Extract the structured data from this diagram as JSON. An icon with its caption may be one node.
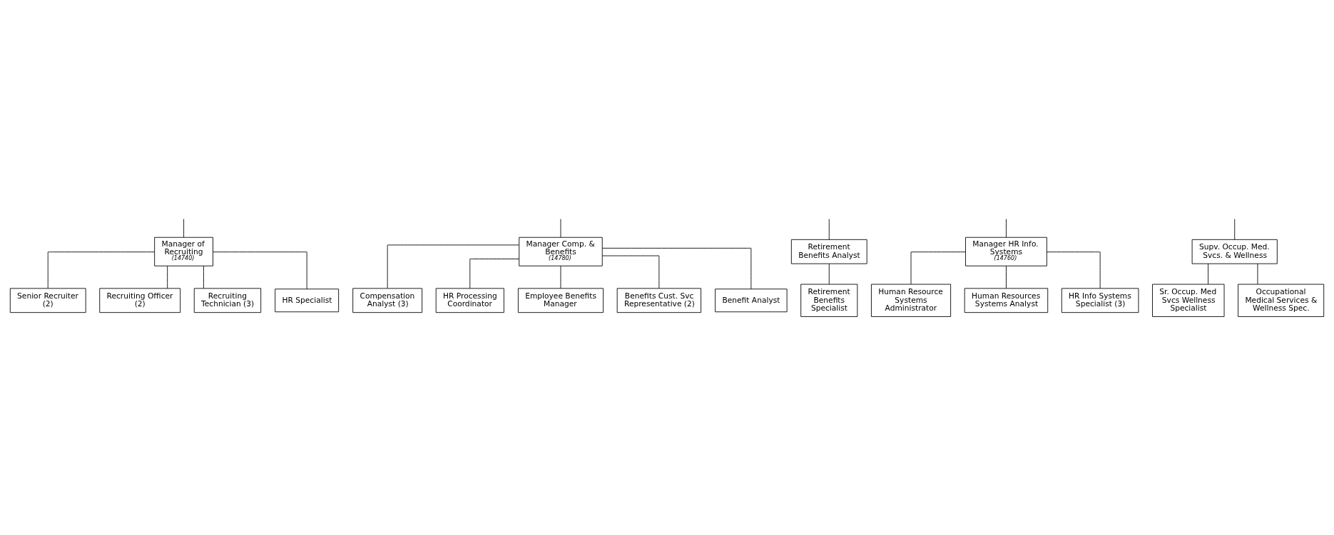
{
  "diagram": {
    "nodes": [
      {
        "text": [
          "Manager of Recruiting",
          "(14740)"
        ]
      },
      {
        "text": [
          "Senior Recruiter (2)"
        ]
      },
      {
        "text": [
          "Recruiting Officer (2)"
        ]
      },
      {
        "text": [
          "Recruiting Technician (3)"
        ]
      },
      {
        "text": [
          "HR Specialist"
        ]
      },
      {
        "text": [
          "Manager Comp. & Benefits",
          "(14780)"
        ]
      },
      {
        "text": [
          "Compensation Analyst (3)"
        ]
      },
      {
        "text": [
          "HR Processing Coordinator"
        ]
      },
      {
        "text": [
          "Employee Benefits Manager"
        ]
      },
      {
        "text": [
          "Benefits Cust. Svc Representative (2)"
        ]
      },
      {
        "text": [
          "Benefit Analyst"
        ]
      },
      {
        "text": [
          "Retirement Benefits Analyst"
        ]
      },
      {
        "text": [
          "Retirement Benefits Specialist"
        ]
      },
      {
        "text": [
          "Manager HR Info. Systems",
          "(14760)"
        ]
      },
      {
        "text": [
          "Human Resource Systems Administrator"
        ]
      },
      {
        "text": [
          "Human Resources Systems Analyst"
        ]
      },
      {
        "text": [
          "HR Info Systems Specialist (3)"
        ]
      },
      {
        "text": [
          "Supv. Occup. Med. Svcs. & Wellness"
        ]
      },
      {
        "text": [
          "Sr. Occup. Med Svcs Wellness Specialist"
        ]
      },
      {
        "text": [
          "Occupational Medical Services & Wellness Spec."
        ]
      }
    ],
    "edges": [
      {
        "from": null,
        "to": 0,
        "arrow": "none"
      },
      {
        "from": null,
        "to": 5,
        "arrow": "none"
      },
      {
        "from": null,
        "to": 11,
        "arrow": "none"
      },
      {
        "from": null,
        "to": 13,
        "arrow": "none"
      },
      {
        "from": null,
        "to": 17,
        "arrow": "none"
      },
      {
        "from": 0,
        "to": 1,
        "arrow": "none"
      },
      {
        "from": 0,
        "to": 2,
        "arrow": "none"
      },
      {
        "from": 0,
        "to": 3,
        "arrow": "none"
      },
      {
        "from": 0,
        "to": 4,
        "arrow": "none"
      },
      {
        "from": 5,
        "to": 6,
        "arrow": "none"
      },
      {
        "from": 5,
        "to": 7,
        "arrow": "none"
      },
      {
        "from": 5,
        "to": 8,
        "arrow": "none"
      },
      {
        "from": 5,
        "to": 9,
        "arrow": "none"
      },
      {
        "from": 5,
        "to": 10,
        "arrow": "none"
      },
      {
        "from": 11,
        "to": 12,
        "arrow": "none"
      },
      {
        "from": 13,
        "to": 14,
        "arrow": "none"
      },
      {
        "from": 13,
        "to": 15,
        "arrow": "none"
      },
      {
        "from": 13,
        "to": 16,
        "arrow": "none"
      },
      {
        "from": 17,
        "to": 18,
        "arrow": "none"
      },
      {
        "from": 17,
        "to": 19,
        "arrow": "none"
      }
    ]
  }
}
